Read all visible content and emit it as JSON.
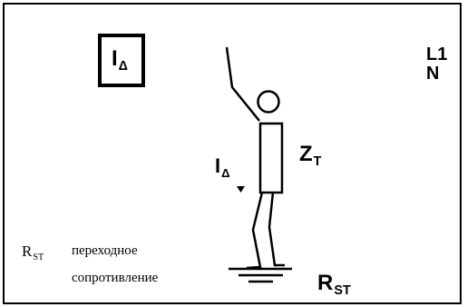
{
  "box_label": {
    "main": "I",
    "sub": "Δ"
  },
  "phase_labels": [
    "L1",
    "N"
  ],
  "body_impedance": {
    "main": "Z",
    "sub": "T"
  },
  "fault_current": {
    "main": "I",
    "sub": "Δ"
  },
  "ground_resistance": {
    "main": "R",
    "sub": "ST"
  },
  "legend": {
    "symbol": {
      "main": "R",
      "sub": "ST"
    },
    "line1": "переходное",
    "line2": "сопротивление"
  }
}
